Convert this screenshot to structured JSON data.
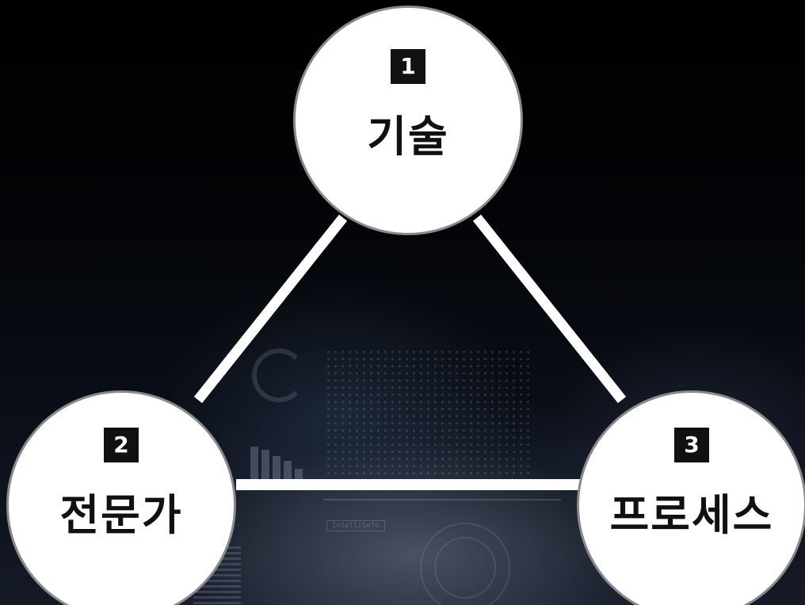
{
  "diagram": {
    "nodes": [
      {
        "number": "1",
        "label": "기술"
      },
      {
        "number": "2",
        "label": "전문가"
      },
      {
        "number": "3",
        "label": "프로세스"
      }
    ],
    "background_text": "IntelliGeTo",
    "colors": {
      "node_fill": "#ffffff",
      "node_border": "#8a8a8a",
      "badge_fill": "#111111",
      "badge_text": "#ffffff",
      "connector": "#ffffff"
    }
  }
}
